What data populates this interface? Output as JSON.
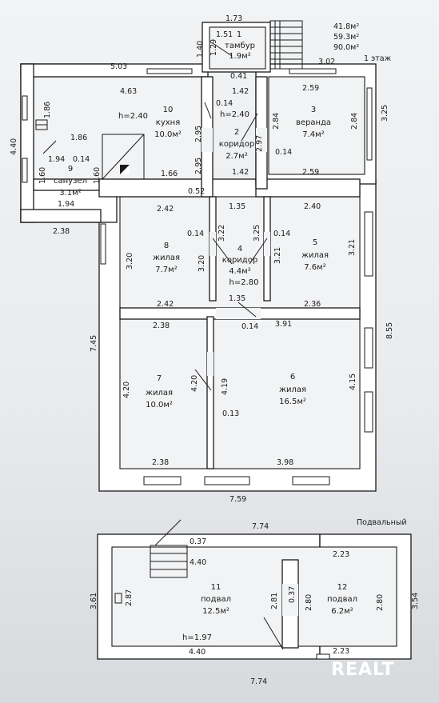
{
  "totals": {
    "area_1": "41.8м²",
    "area_2": "59.3м²",
    "area_3": "90.0м²"
  },
  "floor_labels": {
    "ground": "1 этаж",
    "basement": "Подвальный"
  },
  "rooms": {
    "r1": {
      "num": "1",
      "name": "тамбур",
      "area": "1.9м²"
    },
    "r2": {
      "num": "2",
      "name": "коридор",
      "area": "2.7м²"
    },
    "r3": {
      "num": "3",
      "name": "веранда",
      "area": "7.4м²"
    },
    "r4": {
      "num": "4",
      "name": "коридор",
      "area": "4.4м²",
      "height": "h=2.80"
    },
    "r5": {
      "num": "5",
      "name": "жилая",
      "area": "7.6м²"
    },
    "r6": {
      "num": "6",
      "name": "жилая",
      "area": "16.5м²"
    },
    "r7": {
      "num": "7",
      "name": "жилая",
      "area": "10.0м²"
    },
    "r8": {
      "num": "8",
      "name": "жилая",
      "area": "7.7м²"
    },
    "r9": {
      "num": "9",
      "name": "санузел",
      "area": "3.1м²"
    },
    "r10": {
      "num": "10",
      "name": "кухня",
      "area": "10.0м²",
      "height": "h=2.40"
    },
    "r11": {
      "num": "11",
      "name": "подвал",
      "area": "12.5м²",
      "height": "h=1.97"
    },
    "r12": {
      "num": "12",
      "name": "подвал",
      "area": "6.2м²"
    }
  },
  "height_corridor_top": "h=2.40",
  "dims": {
    "d1_73": "1.73",
    "d1_51": "1.51",
    "d1_40": "1.40",
    "d1_29": "1.29",
    "d5_03": "5.03",
    "d3_02": "3.02",
    "d0_41": "0.41",
    "d4_63": "4.63",
    "d1_42a": "1.42",
    "d2_59a": "2.59",
    "d0_14a": "0.14",
    "d3_25a": "3.25",
    "d2_84a": "2.84",
    "d2_84b": "2.84",
    "d1_86a": "1.86",
    "d1_86b": "1.86",
    "d2_95a": "2.95",
    "d2_97": "2.97",
    "d0_14b": "0.14",
    "d4_40": "4.40",
    "d1_94a": "1.94",
    "d0_14c": "0.14",
    "d2_95b": "2.95",
    "d1_60a": "1.60",
    "d1_60b": "1.60",
    "d1_66": "1.66",
    "d1_42b": "1.42",
    "d2_59b": "2.59",
    "d1_94b": "1.94",
    "d0_52": "0.52",
    "d2_38a": "2.38",
    "d2_42a": "2.42",
    "d1_35a": "1.35",
    "d2_40": "2.40",
    "d0_14d": "0.14",
    "d3_22": "3.22",
    "d3_25b": "3.25",
    "d0_14e": "0.14",
    "d3_20a": "3.20",
    "d3_20b": "3.20",
    "d3_21a": "3.21",
    "d3_21b": "3.21",
    "d2_42b": "2.42",
    "d1_35b": "1.35",
    "d2_36": "2.36",
    "d2_38b": "2.38",
    "d0_14f": "0.14",
    "d3_91": "3.91",
    "d7_45": "7.45",
    "d8_55": "8.55",
    "d4_20a": "4.20",
    "d4_20b": "4.20",
    "d4_19": "4.19",
    "d4_15": "4.15",
    "d0_13": "0.13",
    "d2_38c": "2.38",
    "d3_98": "3.98",
    "d7_59": "7.59",
    "d7_74a": "7.74",
    "d0_37a": "0.37",
    "d4_40b": "4.40",
    "d2_23a": "2.23",
    "d3_61": "3.61",
    "d2_87": "2.87",
    "d2_81": "2.81",
    "d0_37b": "0.37",
    "d2_80a": "2.80",
    "d2_80b": "2.80",
    "d3_54": "3.54",
    "d4_40c": "4.40",
    "d2_23b": "2.23",
    "d7_74b": "7.74"
  },
  "watermark": "REALT"
}
